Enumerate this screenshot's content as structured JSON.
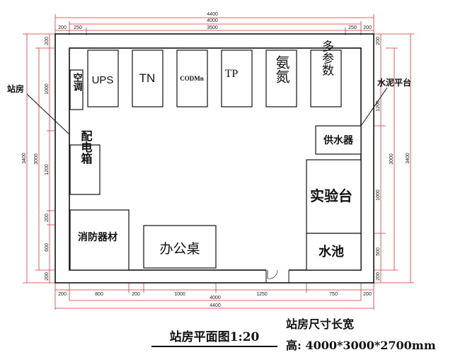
{
  "dims": {
    "top_total": "4400",
    "top_inner": "4000",
    "top_segments": [
      "200",
      "250",
      "3500",
      "250",
      "200"
    ],
    "bottom_segments": [
      "200",
      "800",
      "200",
      "1000",
      "1250",
      "750",
      "200"
    ],
    "bottom_inner": "4000",
    "bottom_total": "4400",
    "left_outer": "3400",
    "left_inner": "3000",
    "left_segments": [
      "200",
      "1000",
      "1200",
      "200",
      "600",
      "200"
    ],
    "right_outer": "3400",
    "right_inner": "3000",
    "right_segments": [
      "200",
      "1200",
      "1000",
      "500",
      "200"
    ]
  },
  "labels": {
    "station": "站房",
    "cement_platform": "水泥平台"
  },
  "rooms": {
    "ac": "空调",
    "ups": "UPS",
    "tn": "TN",
    "codmn": "CODMn",
    "tp": "TP",
    "ammonia": "氨氮",
    "multi": "多参数",
    "water_supply": "供水器",
    "dist_box": "配电箱",
    "lab_bench": "实验台",
    "fire": "消防器材",
    "desk": "办公桌",
    "sink": "水池"
  },
  "footer": {
    "title": "站房平面图1:20",
    "dim_title": "站房尺寸长宽",
    "dim_value": "高: 4000*3000*2700mm"
  }
}
